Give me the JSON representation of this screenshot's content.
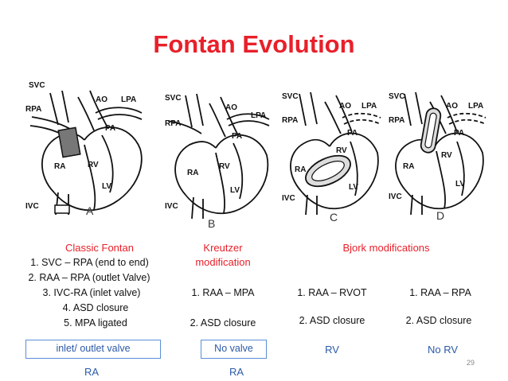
{
  "slide": {
    "title": "Fontan Evolution",
    "page_number": "29"
  },
  "diagrams": [
    {
      "panel": "A",
      "labels": [
        "SVC",
        "RPA",
        "AO",
        "LPA",
        "PA",
        "RA",
        "RV",
        "LV",
        "IVC"
      ]
    },
    {
      "panel": "B",
      "labels": [
        "SVC",
        "RPA",
        "AO",
        "LPA",
        "PA",
        "RA",
        "RV",
        "LV",
        "IVC"
      ]
    },
    {
      "panel": "C",
      "labels": [
        "SVC",
        "RPA",
        "AO",
        "LPA",
        "PA",
        "RA",
        "RV",
        "LV",
        "IVC"
      ]
    },
    {
      "panel": "D",
      "labels": [
        "SVC",
        "RPA",
        "AO",
        "LPA",
        "PA",
        "RA",
        "RV",
        "LV",
        "IVC"
      ]
    }
  ],
  "columns": {
    "classic": {
      "heading": "Classic Fontan",
      "items": [
        "1.   SVC – RPA (end to end)",
        "2.   RAA – RPA (outlet Valve)",
        "3.   IVC-RA (inlet valve)",
        "4.   ASD closure",
        "5.   MPA ligated"
      ],
      "valve": "inlet/ outlet valve",
      "chamber": "RA"
    },
    "kreutzer": {
      "heading_line1": "Kreutzer",
      "heading_line2": "modification",
      "items": [
        "1.   RAA – MPA",
        "2.   ASD closure"
      ],
      "valve": "No valve",
      "chamber": "RA"
    },
    "bjork": {
      "heading": "Bjork modifications",
      "left": {
        "items": [
          "1.   RAA – RVOT",
          "2.   ASD closure"
        ],
        "chamber": "RV"
      },
      "right": {
        "items": [
          "1.   RAA – RPA",
          "2.   ASD closure"
        ],
        "chamber": "No RV"
      }
    }
  }
}
